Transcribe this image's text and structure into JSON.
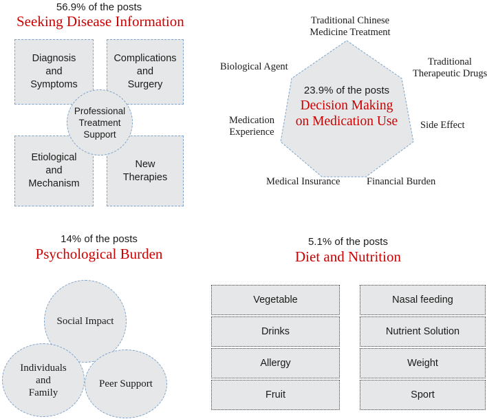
{
  "figure": {
    "type": "concept-diagram",
    "quadrants": 4
  },
  "sections": {
    "seeking_disease_information": {
      "percent_label": "56.9% of the posts",
      "title": "Seeking Disease Information",
      "title_color": "#cc0000",
      "center": "Professional\nTreatment\nSupport",
      "center_lines": [
        "Professional",
        "Treatment",
        "Support"
      ],
      "boxes": [
        {
          "lines": [
            "Diagnosis",
            "and",
            "Symptoms"
          ]
        },
        {
          "lines": [
            "Complications",
            "and",
            "Surgery"
          ]
        },
        {
          "lines": [
            "Etiological",
            "and",
            "Mechanism"
          ]
        },
        {
          "lines": [
            "New",
            "Therapies"
          ]
        }
      ]
    },
    "decision_making_on_medication_use": {
      "percent_label": "23.9% of the posts",
      "title_line1": "Decision Making",
      "title_line2": "on Medication Use",
      "title_color": "#cc0000",
      "shape": "heptagon",
      "labels": [
        {
          "id": "traditional-chinese-medicine-treatment",
          "line1": "Traditional Chinese",
          "line2": "Medicine Treatment"
        },
        {
          "id": "traditional-therapeutic-drugs",
          "line1": "Traditional",
          "line2": "Therapeutic Drugs"
        },
        {
          "id": "side-effect",
          "line1": "Side Effect",
          "line2": ""
        },
        {
          "id": "financial-burden",
          "line1": "Financial Burden",
          "line2": ""
        },
        {
          "id": "medical-insurance",
          "line1": "Medical Insurance",
          "line2": ""
        },
        {
          "id": "medication-experience",
          "line1": "Medication",
          "line2": "Experience"
        },
        {
          "id": "biological-agent",
          "line1": "Biological Agent",
          "line2": ""
        }
      ]
    },
    "psychological_burden": {
      "percent_label": "14% of the posts",
      "title": "Psychological Burden",
      "title_color": "#cc0000",
      "circles": [
        {
          "id": "social-impact",
          "lines": [
            "Social Impact"
          ]
        },
        {
          "id": "individuals-and-family",
          "lines": [
            "Individuals",
            "and",
            "Family"
          ]
        },
        {
          "id": "peer-support",
          "lines": [
            "Peer Support"
          ]
        }
      ]
    },
    "diet_and_nutrition": {
      "percent_label": "5.1% of the posts",
      "title": "Diet and Nutrition",
      "title_color": "#cc0000",
      "left_column": [
        "Vegetable",
        "Drinks",
        "Allergy",
        "Fruit"
      ],
      "right_column": [
        "Nasal feeding",
        "Nutrient Solution",
        "Weight",
        "Sport"
      ]
    }
  },
  "colors": {
    "box_fill": "#e6e7e8",
    "box_border_blue": "#7ba2cc",
    "box_border_dark": "#3b3b3b",
    "title_red": "#cc0000",
    "text_black": "#1a1a1a",
    "background": "#ffffff"
  }
}
